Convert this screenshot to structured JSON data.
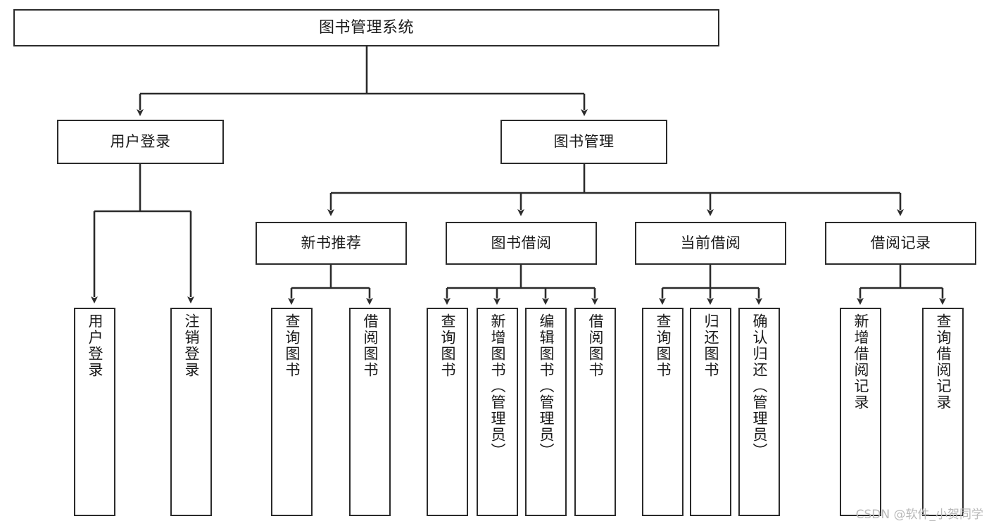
{
  "diagram": {
    "type": "tree-hierarchy",
    "title": "图书管理系统",
    "watermark": "CSDN @软件_小贺同学",
    "colors": {
      "stroke": "#2b2b2b",
      "fill": "#ffffff",
      "text": "#1a1a1a",
      "watermark": "#b9b9b9"
    }
  },
  "nodes": {
    "root": {
      "label": "图书管理系统"
    },
    "level2": [
      {
        "label": "用户登录"
      },
      {
        "label": "图书管理"
      }
    ],
    "level3": [
      {
        "label": "新书推荐"
      },
      {
        "label": "图书借阅"
      },
      {
        "label": "当前借阅"
      },
      {
        "label": "借阅记录"
      }
    ],
    "leaves": {
      "user_login": [
        {
          "label": "用户登录"
        },
        {
          "label": "注销登录"
        }
      ],
      "new_book": [
        {
          "label": "查询图书"
        },
        {
          "label": "借阅图书"
        }
      ],
      "book_borrow": [
        {
          "label": "查询图书"
        },
        {
          "label": "新增图书（管理员）"
        },
        {
          "label": "编辑图书（管理员）"
        },
        {
          "label": "借阅图书"
        }
      ],
      "current_borrow": [
        {
          "label": "查询图书"
        },
        {
          "label": "归还图书"
        },
        {
          "label": "确认归还（管理员）"
        }
      ],
      "borrow_record": [
        {
          "label": "新增借阅记录"
        },
        {
          "label": "查询借阅记录"
        }
      ]
    }
  }
}
